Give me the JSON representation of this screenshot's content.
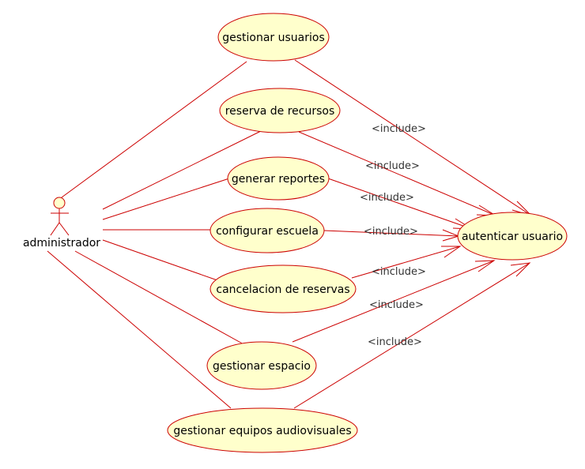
{
  "actor": {
    "name": "administrador"
  },
  "use_cases": {
    "gestionar_usuarios": "gestionar usuarios",
    "reserva_recursos": "reserva de recursos",
    "generar_reportes": "generar reportes",
    "configurar_escuela": "configurar escuela",
    "cancelacion_reservas": "cancelacion de reservas",
    "gestionar_espacio": "gestionar espacio",
    "gestionar_equipos": "gestionar equipos audiovisuales",
    "autenticar_usuario": "autenticar usuario"
  },
  "relations": {
    "include_1": "<include>",
    "include_2": "<include>",
    "include_3": "<include>",
    "include_4": "<include>",
    "include_5": "<include>",
    "include_6": "<include>",
    "include_7": "<include>"
  },
  "colors": {
    "line": "#cc0000",
    "use_case_fill": "#ffffcc",
    "text": "#000000"
  }
}
